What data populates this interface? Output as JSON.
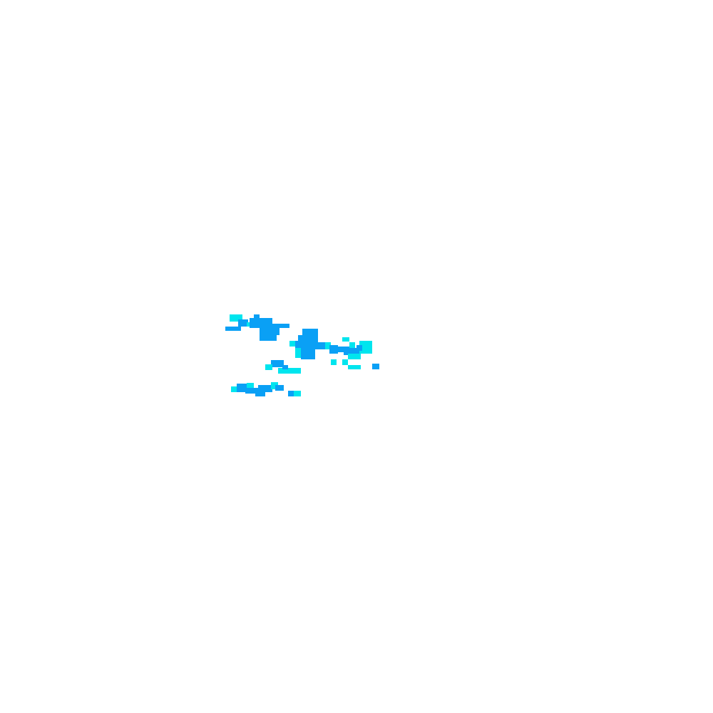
{
  "map": {
    "background_color": "#ffffff",
    "legend": [],
    "colors": {
      "blue": "#0aa0f5",
      "cyan": "#00e5ee"
    },
    "cells": [
      {
        "level": "blue",
        "col": 316,
        "row": 458,
        "w": 22,
        "h": 6
      },
      {
        "level": "cyan",
        "col": 322,
        "row": 441,
        "w": 18,
        "h": 10
      },
      {
        "level": "blue",
        "col": 334,
        "row": 448,
        "w": 14,
        "h": 10
      },
      {
        "level": "cyan",
        "col": 346,
        "row": 452,
        "w": 10,
        "h": 6
      },
      {
        "level": "blue",
        "col": 350,
        "row": 446,
        "w": 32,
        "h": 14
      },
      {
        "level": "blue",
        "col": 356,
        "row": 441,
        "w": 8,
        "h": 6
      },
      {
        "level": "blue",
        "col": 364,
        "row": 456,
        "w": 28,
        "h": 14
      },
      {
        "level": "blue",
        "col": 364,
        "row": 470,
        "w": 24,
        "h": 8
      },
      {
        "level": "blue",
        "col": 380,
        "row": 454,
        "w": 26,
        "h": 6
      },
      {
        "level": "blue",
        "col": 424,
        "row": 461,
        "w": 22,
        "h": 10
      },
      {
        "level": "blue",
        "col": 418,
        "row": 470,
        "w": 28,
        "h": 10
      },
      {
        "level": "cyan",
        "col": 406,
        "row": 478,
        "w": 10,
        "h": 8
      },
      {
        "level": "blue",
        "col": 414,
        "row": 478,
        "w": 30,
        "h": 12
      },
      {
        "level": "cyan",
        "col": 414,
        "row": 488,
        "w": 12,
        "h": 14
      },
      {
        "level": "blue",
        "col": 422,
        "row": 488,
        "w": 20,
        "h": 16
      },
      {
        "level": "blue",
        "col": 440,
        "row": 480,
        "w": 20,
        "h": 10
      },
      {
        "level": "cyan",
        "col": 456,
        "row": 480,
        "w": 8,
        "h": 10
      },
      {
        "level": "blue",
        "col": 462,
        "row": 484,
        "w": 12,
        "h": 12
      },
      {
        "level": "blue",
        "col": 472,
        "row": 486,
        "w": 18,
        "h": 8
      },
      {
        "level": "cyan",
        "col": 480,
        "row": 473,
        "w": 10,
        "h": 6
      },
      {
        "level": "cyan",
        "col": 490,
        "row": 480,
        "w": 8,
        "h": 8
      },
      {
        "level": "blue",
        "col": 482,
        "row": 488,
        "w": 24,
        "h": 10
      },
      {
        "level": "cyan",
        "col": 488,
        "row": 496,
        "w": 18,
        "h": 8
      },
      {
        "level": "cyan",
        "col": 504,
        "row": 478,
        "w": 18,
        "h": 18
      },
      {
        "level": "blue",
        "col": 500,
        "row": 484,
        "w": 8,
        "h": 8
      },
      {
        "level": "cyan",
        "col": 464,
        "row": 504,
        "w": 8,
        "h": 8
      },
      {
        "level": "cyan",
        "col": 480,
        "row": 504,
        "w": 8,
        "h": 8
      },
      {
        "level": "cyan",
        "col": 488,
        "row": 512,
        "w": 18,
        "h": 6
      },
      {
        "level": "blue",
        "col": 522,
        "row": 510,
        "w": 10,
        "h": 8
      },
      {
        "level": "blue",
        "col": 380,
        "row": 505,
        "w": 18,
        "h": 10
      },
      {
        "level": "cyan",
        "col": 372,
        "row": 511,
        "w": 10,
        "h": 8
      },
      {
        "level": "cyan",
        "col": 390,
        "row": 516,
        "w": 32,
        "h": 8
      },
      {
        "level": "blue",
        "col": 396,
        "row": 512,
        "w": 8,
        "h": 6
      },
      {
        "level": "cyan",
        "col": 324,
        "row": 542,
        "w": 10,
        "h": 8
      },
      {
        "level": "blue",
        "col": 332,
        "row": 538,
        "w": 16,
        "h": 12
      },
      {
        "level": "cyan",
        "col": 346,
        "row": 537,
        "w": 10,
        "h": 8
      },
      {
        "level": "blue",
        "col": 344,
        "row": 544,
        "w": 26,
        "h": 8
      },
      {
        "level": "blue",
        "col": 358,
        "row": 548,
        "w": 14,
        "h": 8
      },
      {
        "level": "blue",
        "col": 362,
        "row": 540,
        "w": 20,
        "h": 10
      },
      {
        "level": "cyan",
        "col": 380,
        "row": 536,
        "w": 10,
        "h": 10
      },
      {
        "level": "blue",
        "col": 386,
        "row": 540,
        "w": 12,
        "h": 8
      },
      {
        "level": "blue",
        "col": 404,
        "row": 548,
        "w": 12,
        "h": 8
      },
      {
        "level": "cyan",
        "col": 412,
        "row": 548,
        "w": 10,
        "h": 8
      }
    ]
  }
}
